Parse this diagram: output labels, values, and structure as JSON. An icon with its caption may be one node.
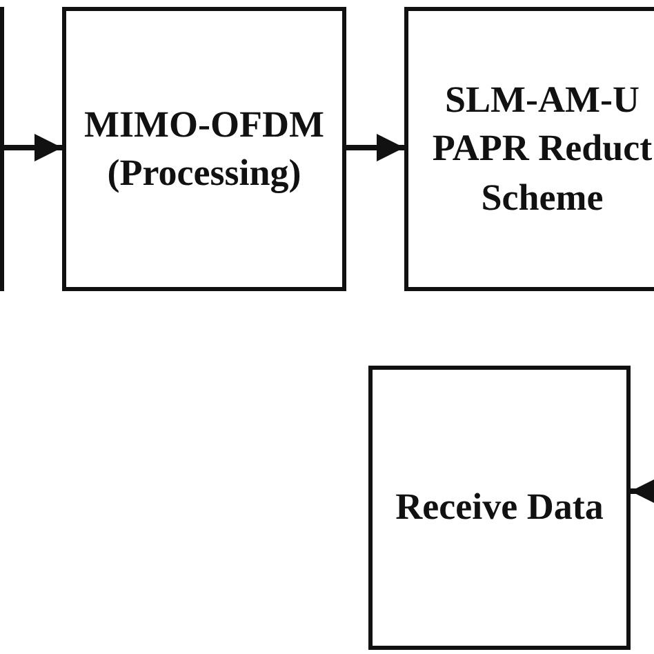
{
  "diagram": {
    "nodes": [
      {
        "text": [],
        "shape": "box"
      },
      {
        "text": [
          "MIMO-OFDM (Processing)"
        ]
      },
      {
        "text": [
          "SLM-AM-U PAPR Reduct Scheme"
        ]
      },
      {
        "text": [
          "Receive Data"
        ]
      }
    ],
    "edges": [
      {
        "from": 0,
        "to": 1,
        "arrow": "to"
      },
      {
        "from": 1,
        "to": 2,
        "arrow": "to"
      },
      {
        "from": null,
        "to": 3,
        "arrow": "to"
      }
    ]
  }
}
